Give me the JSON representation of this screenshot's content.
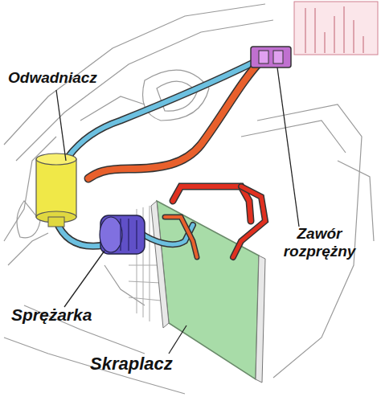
{
  "diagram": {
    "labels": [
      "Odwadniacz",
      "Zawór rozprężny",
      "Sprężarka",
      "Skraplacz"
    ]
  }
}
